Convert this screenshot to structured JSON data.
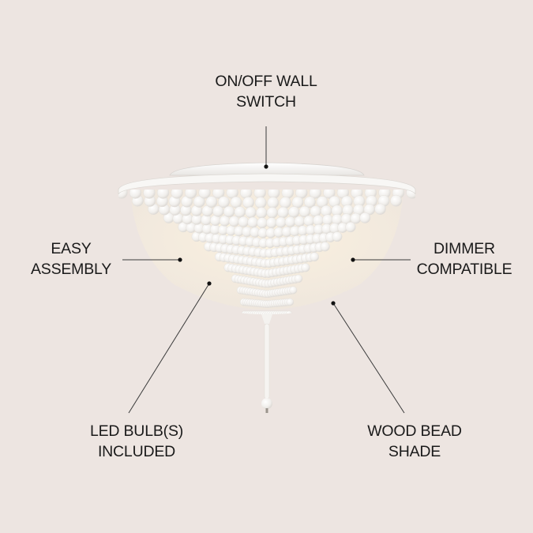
{
  "colors": {
    "background": "#ede5e1",
    "text": "#1a1a1a",
    "leader_line": "#3a3a3a",
    "leader_dot": "#111111",
    "fixture": "#f7f6f4",
    "glow": "#f6ead6"
  },
  "product": {
    "type": "flush-mount ceiling light",
    "icon": "beaded-light-fixture"
  },
  "callouts": [
    {
      "id": "switch",
      "line1": "ON/OFF WALL",
      "line2": "SWITCH"
    },
    {
      "id": "assembly",
      "line1": "EASY",
      "line2": "ASSEMBLY"
    },
    {
      "id": "dimmer",
      "line1": "DIMMER",
      "line2": "COMPATIBLE"
    },
    {
      "id": "bulbs",
      "line1": "LED BULB(S)",
      "line2": "INCLUDED"
    },
    {
      "id": "shade",
      "line1": "WOOD BEAD",
      "line2": "SHADE"
    }
  ]
}
